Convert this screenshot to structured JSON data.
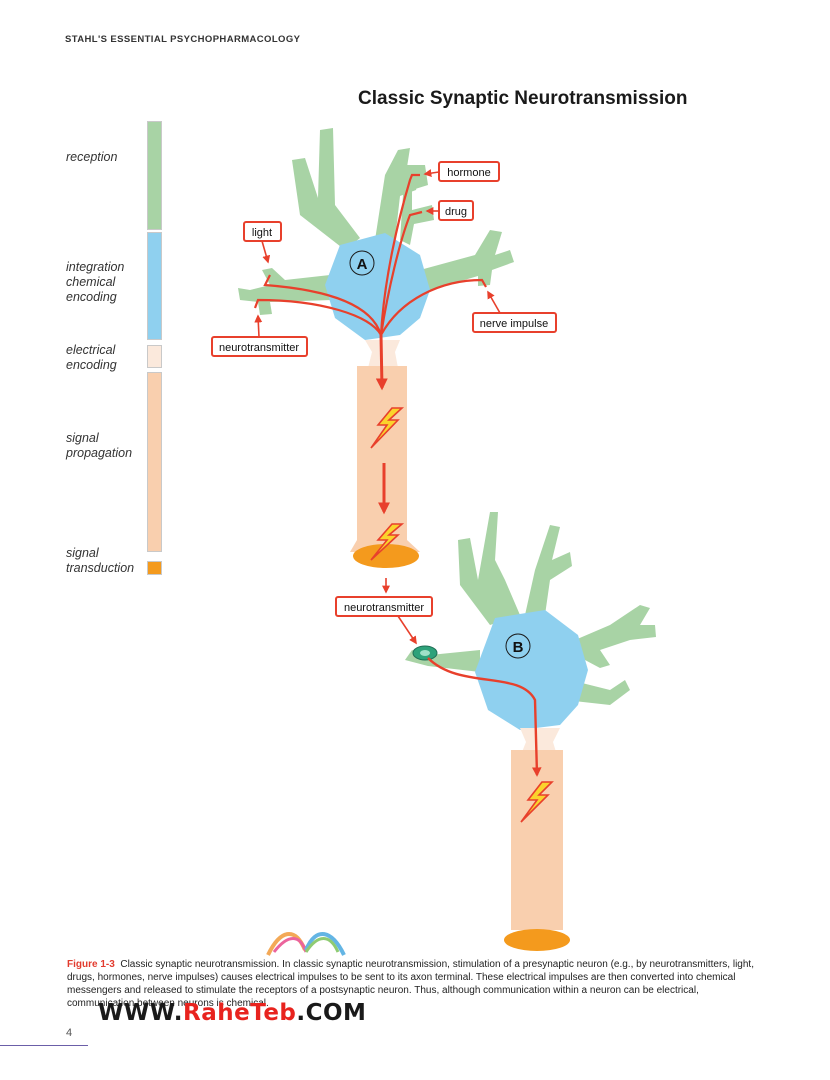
{
  "header": {
    "running_head": "STAHL'S ESSENTIAL PSYCHOPHARMACOLOGY"
  },
  "figure": {
    "title": "Classic Synaptic Neurotransmission",
    "stages": [
      {
        "lines": [
          "reception"
        ],
        "color": "#a8d3a5"
      },
      {
        "lines": [
          "integration",
          "chemical",
          "encoding"
        ],
        "color": "#8fd0ef"
      },
      {
        "lines": [
          "electrical",
          "encoding"
        ],
        "color": "#fbe9dc"
      },
      {
        "lines": [
          "signal",
          "propagation"
        ],
        "color": "#f9cfae"
      },
      {
        "lines": [
          "signal",
          "transduction"
        ],
        "color": "#f49a1d"
      }
    ],
    "neuron_labels": {
      "a": "A",
      "b": "B"
    },
    "callouts": {
      "hormone": "hormone",
      "drug": "drug",
      "light": "light",
      "nerve_impulse": "nerve impulse",
      "neurotransmitter_in": "neurotransmitter",
      "neurotransmitter_out": "neurotransmitter"
    },
    "colors": {
      "dendrite": "#a8d3a5",
      "soma": "#8fd0ef",
      "axon": "#f9cfae",
      "terminal": "#f49a1d",
      "arrow": "#e8402c",
      "callout_border": "#e8402c",
      "receptor": "#2ea27a"
    }
  },
  "caption": {
    "figure_number": "Figure 1-3",
    "text": "Classic synaptic neurotransmission. In classic synaptic neurotransmission, stimulation of a presynaptic neuron (e.g., by neurotransmitters, light, drugs, hormones, nerve impulses) causes electrical impulses to be sent to its axon terminal. These electrical impulses are then converted into chemical messengers and released to stimulate the receptors of a postsynaptic neuron. Thus, although communication within a neuron can be electrical, communication between neurons is chemical."
  },
  "watermark": {
    "prefix": "WWW.",
    "brand": "RaheTeb",
    "suffix": ".COM"
  },
  "page_number": "4"
}
